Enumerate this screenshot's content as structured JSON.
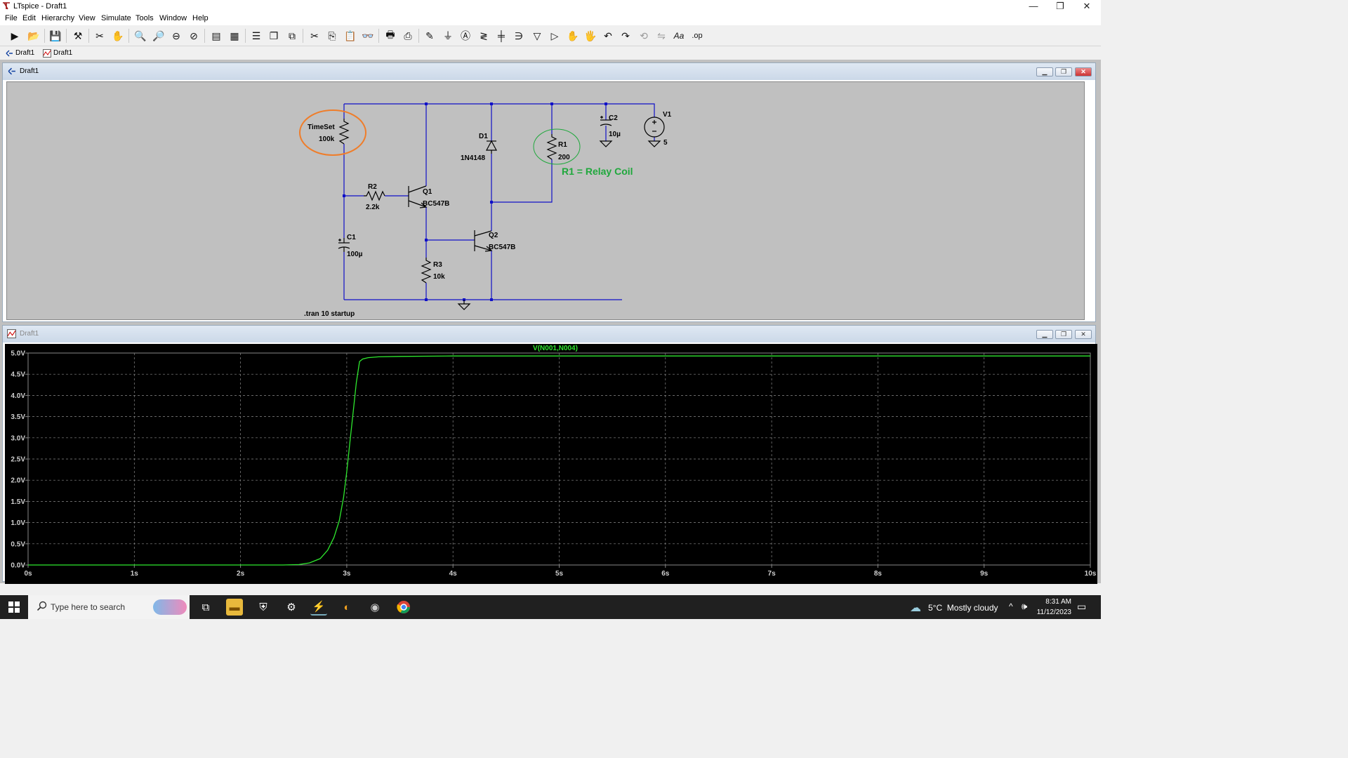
{
  "window": {
    "title": "LTspice - Draft1",
    "minimize": "—",
    "restore": "❐",
    "close": "✕"
  },
  "menu": [
    "File",
    "Edit",
    "Hierarchy",
    "View",
    "Simulate",
    "Tools",
    "Window",
    "Help"
  ],
  "toolbar": {
    "aa_label": "Aa",
    "op_label": ".op"
  },
  "tabs": [
    {
      "label": "Draft1",
      "kind": "schematic"
    },
    {
      "label": "Draft1",
      "kind": "waveform"
    }
  ],
  "schematic_window": {
    "title": "Draft1",
    "components": {
      "timeset": {
        "name": "TimeSet",
        "value": "100k"
      },
      "r2": {
        "name": "R2",
        "value": "2.2k"
      },
      "q1": {
        "name": "Q1",
        "value": "BC547B"
      },
      "c1": {
        "name": "C1",
        "value": "100µ"
      },
      "r3": {
        "name": "R3",
        "value": "10k"
      },
      "d1": {
        "name": "D1",
        "value": "1N4148"
      },
      "q2": {
        "name": "Q2",
        "value": "BC547B"
      },
      "r1": {
        "name": "R1",
        "value": "200"
      },
      "c2": {
        "name": "C2",
        "value": "10µ"
      },
      "v1": {
        "name": "V1",
        "value": "5"
      }
    },
    "annotation": "R1 =  Relay Coil",
    "directive": ".tran 10 startup",
    "colors": {
      "wire": "#1010c8",
      "highlight_orange": "#ef7d2a",
      "highlight_green": "#1fa83c",
      "annotation": "#1fa83c"
    }
  },
  "waveform_window": {
    "title": "Draft1",
    "trace_label": "V(N001,N004)"
  },
  "chart_data": {
    "type": "line",
    "title": "V(N001,N004)",
    "xlabel": "",
    "ylabel": "",
    "x_ticks": [
      "0s",
      "1s",
      "2s",
      "3s",
      "4s",
      "5s",
      "6s",
      "7s",
      "8s",
      "9s",
      "10s"
    ],
    "y_ticks": [
      "0.0V",
      "0.5V",
      "1.0V",
      "1.5V",
      "2.0V",
      "2.5V",
      "3.0V",
      "3.5V",
      "4.0V",
      "4.5V",
      "5.0V"
    ],
    "xlim": [
      0,
      10
    ],
    "ylim": [
      0,
      5
    ],
    "grid": true,
    "background": "#000000",
    "trace_color": "#2ee82e",
    "series": [
      {
        "name": "V(N001,N004)",
        "x": [
          0,
          2.4,
          2.55,
          2.65,
          2.75,
          2.82,
          2.88,
          2.93,
          2.97,
          3.0,
          3.03,
          3.06,
          3.09,
          3.12,
          3.15,
          3.2,
          3.3,
          3.5,
          4.0,
          5.0,
          6.0,
          7.0,
          8.0,
          9.0,
          10.0
        ],
        "y": [
          0,
          0,
          0.01,
          0.05,
          0.15,
          0.35,
          0.65,
          1.05,
          1.6,
          2.2,
          2.9,
          3.6,
          4.3,
          4.8,
          4.86,
          4.89,
          4.91,
          4.92,
          4.93,
          4.93,
          4.93,
          4.93,
          4.93,
          4.93,
          4.93
        ]
      }
    ]
  },
  "taskbar": {
    "search_placeholder": "Type here to search",
    "weather": "5°C  Mostly cloudy",
    "time": "8:31 AM",
    "date": "11/12/2023"
  }
}
